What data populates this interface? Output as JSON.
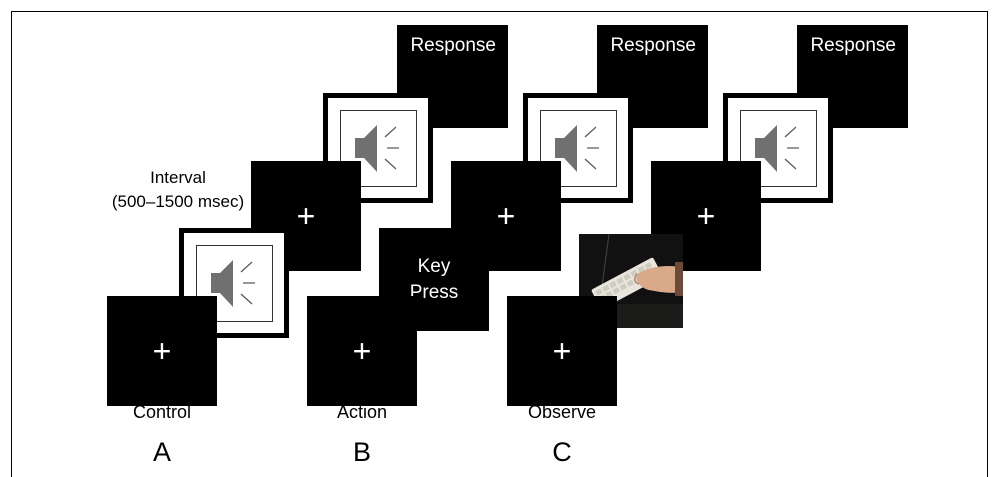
{
  "conditions": [
    {
      "label": "Control",
      "letter": "A",
      "response_label": "Response",
      "fixation_1": "+",
      "fixation_2": "+",
      "interval_line1": "Interval",
      "interval_line2": "(500–1500 msec)",
      "stimulus_icon": "speaker-icon"
    },
    {
      "label": "Action",
      "letter": "B",
      "response_label": "Response",
      "fixation_1": "+",
      "fixation_2": "+",
      "key_line1": "Key",
      "key_line2": "Press",
      "stimulus_icon": "speaker-icon"
    },
    {
      "label": "Observe",
      "letter": "C",
      "response_label": "Response",
      "fixation_1": "+",
      "fixation_2": "+",
      "photo_content": "hand-pressing-keyboard",
      "stimulus_icon": "speaker-icon"
    }
  ],
  "colors": {
    "screen": "#000000",
    "text_on_screen": "#ffffff",
    "speaker": "#707070",
    "background": "#ffffff"
  }
}
